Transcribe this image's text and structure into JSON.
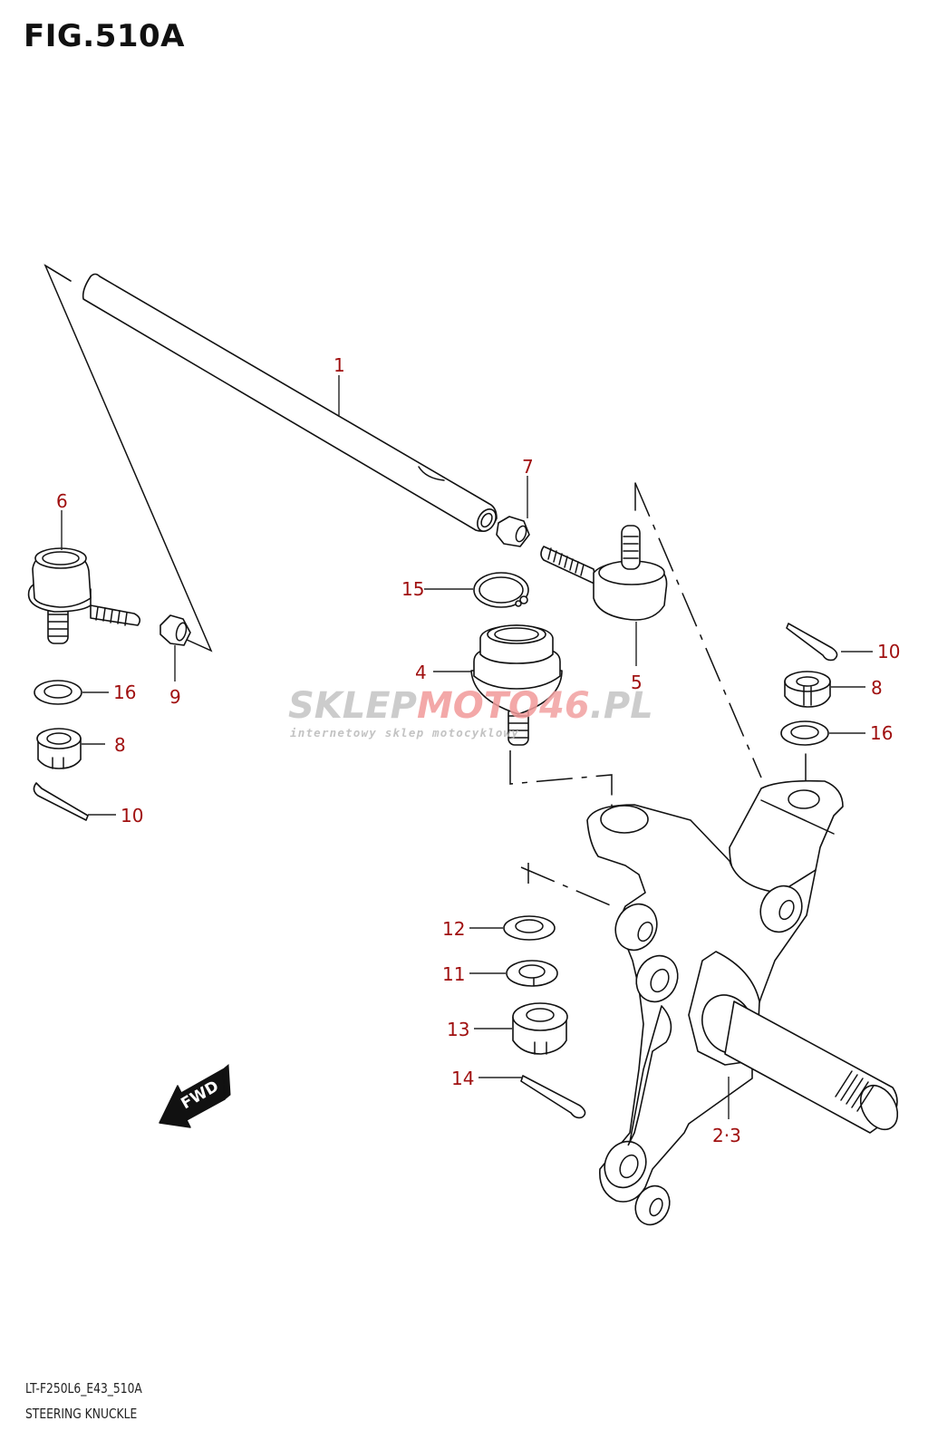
{
  "figure": {
    "title": "FIG.510A",
    "code": "LT-F250L6_E43_510A",
    "name": "STEERING KNUCKLE"
  },
  "callouts": {
    "c1": "1",
    "c2_3": "2·3",
    "c4": "4",
    "c5": "5",
    "c6": "6",
    "c7": "7",
    "c8_left": "8",
    "c8_right": "8",
    "c9": "9",
    "c10_left": "10",
    "c10_right": "10",
    "c11": "11",
    "c12": "12",
    "c13": "13",
    "c14": "14",
    "c15": "15",
    "c16_left": "16",
    "c16_right": "16"
  },
  "fwd_indicator": {
    "label": "FWD",
    "icon": "arrow-left-down-icon"
  },
  "watermark": {
    "part1": "SKLEP",
    "part2": "MOTO",
    "part3": "46",
    "part4": ".PL",
    "tagline": "internetowy sklep motocyklowy",
    "colors": {
      "gray": "#c4c4c4",
      "red": "#f29a9a"
    }
  },
  "colors": {
    "callout": "#a01010",
    "line": "#111111"
  }
}
